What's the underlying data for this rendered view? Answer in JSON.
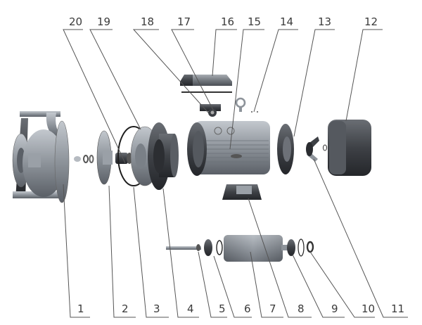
{
  "title": "Pump exploded view",
  "callouts_top": [
    "20",
    "19",
    "18",
    "17",
    "16",
    "15",
    "14",
    "13",
    "12"
  ],
  "callouts_bottom": [
    "1",
    "2",
    "3",
    "4",
    "5",
    "6",
    "7",
    "8",
    "9",
    "10",
    "11"
  ],
  "parts": {
    "pump_casing": "1",
    "impeller": "2",
    "o_ring": "3",
    "bracket": "4",
    "shaft": "5",
    "front_bearing": "6",
    "rotor": "7",
    "foot": "8",
    "rear_bearing": "9",
    "wave_washer": "10",
    "fan": "11",
    "fan_cover": "12",
    "rear_end_cover": "13",
    "eye_bolt": "14",
    "motor_housing": "15",
    "terminal_box_cover": "16",
    "terminal_block": "17",
    "gasket": "18",
    "seal_cover": "19",
    "mechanical_seal": "20"
  },
  "colors": {
    "metal": "#8c9198",
    "dark": "#3c3f44",
    "line": "#555555",
    "text": "#3a3a3a"
  }
}
